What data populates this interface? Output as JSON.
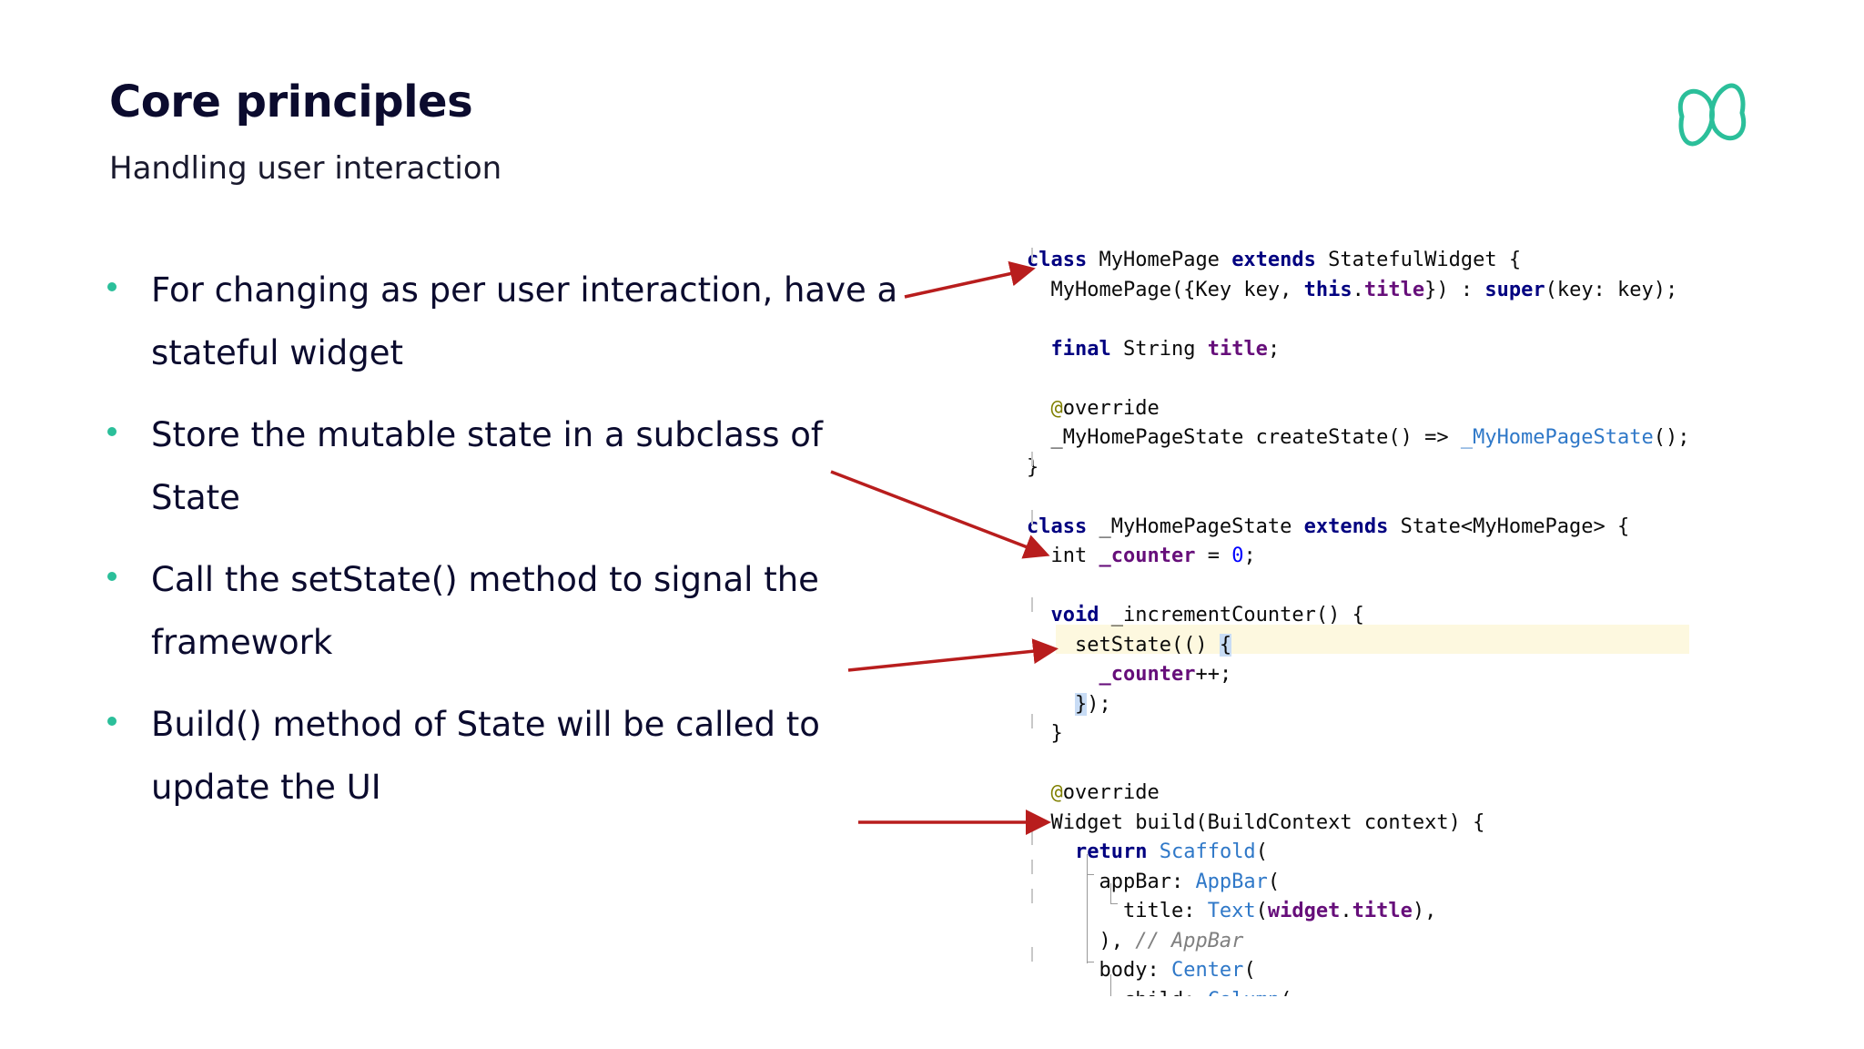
{
  "slide": {
    "title": "Core principles",
    "subtitle": "Handling user interaction"
  },
  "bullets": [
    "For changing as per user interaction, have a stateful widget",
    "Store the mutable state in a subclass of State",
    "Call the setState() method to signal the framework",
    "Build() method of State will be called to update the UI"
  ],
  "colors": {
    "bullet": "#2bbf9a",
    "logo": "#2bbf9a",
    "arrow": "#b81d1d",
    "title": "#0b0b2e",
    "keyword": "#000080",
    "field": "#660e7a",
    "call": "#2f78c8",
    "line_highlight": "#fdf8df"
  },
  "logo": {
    "icon": "twisted-loops-logo-icon"
  },
  "code": {
    "language": "dart",
    "highlighted_line": 13,
    "lines": [
      [
        {
          "t": "class",
          "c": "kw"
        },
        {
          "t": " MyHomePage "
        },
        {
          "t": "extends",
          "c": "kw"
        },
        {
          "t": " StatefulWidget {"
        }
      ],
      [
        {
          "t": "  MyHomePage({Key key, "
        },
        {
          "t": "this",
          "c": "kw"
        },
        {
          "t": "."
        },
        {
          "t": "title",
          "c": "field"
        },
        {
          "t": "}) : "
        },
        {
          "t": "super",
          "c": "kw"
        },
        {
          "t": "(key: key);"
        }
      ],
      [],
      [
        {
          "t": "  "
        },
        {
          "t": "final",
          "c": "kw"
        },
        {
          "t": " String "
        },
        {
          "t": "title",
          "c": "field"
        },
        {
          "t": ";"
        }
      ],
      [],
      [
        {
          "t": "  "
        },
        {
          "t": "@",
          "c": "anno"
        },
        {
          "t": "override"
        }
      ],
      [
        {
          "t": "  _MyHomePageState createState() => "
        },
        {
          "t": "_MyHomePageState",
          "c": "call"
        },
        {
          "t": "();"
        }
      ],
      [
        {
          "t": "}"
        }
      ],
      [],
      [
        {
          "t": "class",
          "c": "kw"
        },
        {
          "t": " _MyHomePageState "
        },
        {
          "t": "extends",
          "c": "kw"
        },
        {
          "t": " State<MyHomePage> {"
        }
      ],
      [
        {
          "t": "  int "
        },
        {
          "t": "_counter",
          "c": "field"
        },
        {
          "t": " = "
        },
        {
          "t": "0",
          "c": "num"
        },
        {
          "t": ";"
        }
      ],
      [],
      [
        {
          "t": "  "
        },
        {
          "t": "void",
          "c": "kw"
        },
        {
          "t": " _incrementCounter() {"
        }
      ],
      [
        {
          "t": "    setState(() "
        },
        {
          "t": "{",
          "c": "brace"
        }
      ],
      [
        {
          "t": "      "
        },
        {
          "t": "_counter",
          "c": "field"
        },
        {
          "t": "++;"
        }
      ],
      [
        {
          "t": "    "
        },
        {
          "t": "}",
          "c": "brace"
        },
        {
          "t": ");"
        }
      ],
      [
        {
          "t": "  }"
        }
      ],
      [],
      [
        {
          "t": "  "
        },
        {
          "t": "@",
          "c": "anno"
        },
        {
          "t": "override"
        }
      ],
      [
        {
          "t": "  Widget build(BuildContext context) {"
        }
      ],
      [
        {
          "t": "    "
        },
        {
          "t": "return",
          "c": "kw"
        },
        {
          "t": " "
        },
        {
          "t": "Scaffold",
          "c": "call"
        },
        {
          "t": "("
        }
      ],
      [
        {
          "t": "      appBar: "
        },
        {
          "t": "AppBar",
          "c": "call"
        },
        {
          "t": "("
        }
      ],
      [
        {
          "t": "        title: "
        },
        {
          "t": "Text",
          "c": "call"
        },
        {
          "t": "("
        },
        {
          "t": "widget",
          "c": "field"
        },
        {
          "t": "."
        },
        {
          "t": "title",
          "c": "field"
        },
        {
          "t": "),"
        }
      ],
      [
        {
          "t": "      ), "
        },
        {
          "t": "// AppBar",
          "c": "comment"
        }
      ],
      [
        {
          "t": "      body: "
        },
        {
          "t": "Center",
          "c": "call"
        },
        {
          "t": "("
        }
      ],
      [
        {
          "t": "        child: "
        },
        {
          "t": "Column",
          "c": "call"
        },
        {
          "t": "("
        }
      ]
    ]
  }
}
